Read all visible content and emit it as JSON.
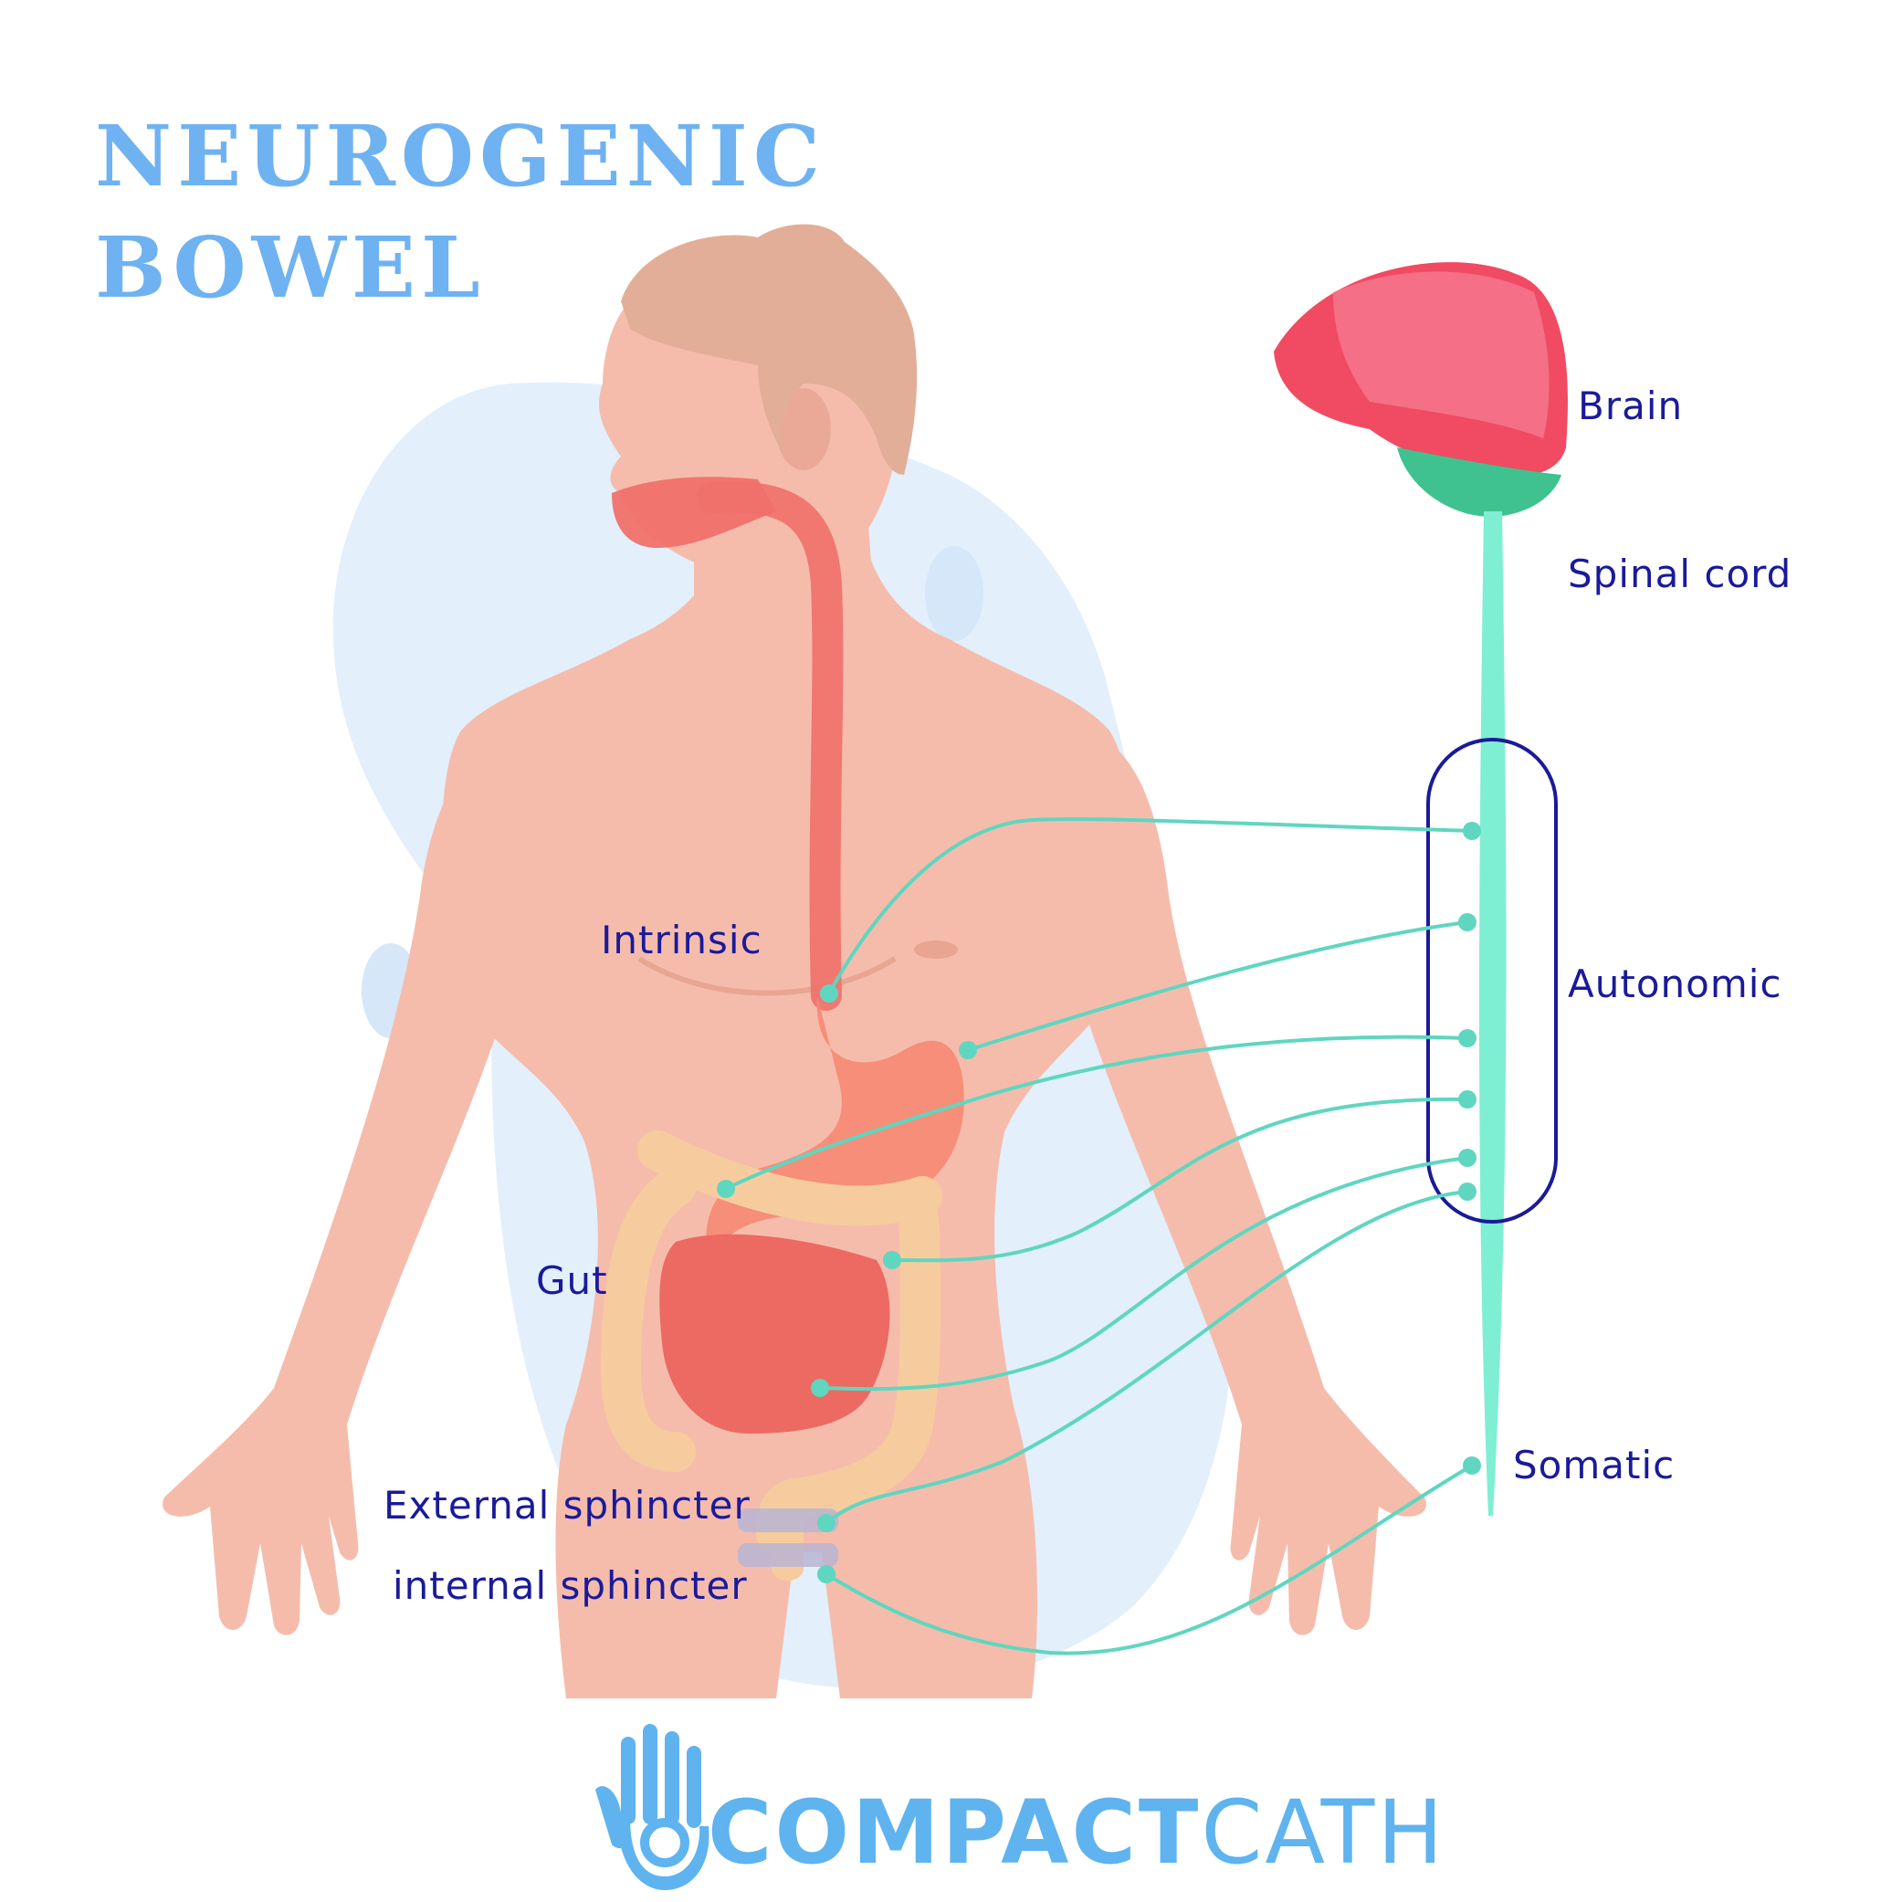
{
  "title": {
    "line1": "NEUROGENIC",
    "line2": "BOWEL"
  },
  "labels": {
    "brain": "Brain",
    "spinal_cord": "Spinal cord",
    "autonomic": "Autonomic",
    "intrinsic": "Intrinsic",
    "gut": "Gut",
    "external_sphincter": "External sphincter",
    "internal_sphincter": "internal sphincter",
    "somatic": "Somatic"
  },
  "brand": {
    "bold": "COMPACT",
    "light": "CATH"
  },
  "colors": {
    "title": "#6fb2f2",
    "label": "#1a1a9a",
    "nerve": "#5fd6c0",
    "spinal_cord": "#7eefd2",
    "skin": "#f5bcac",
    "hair": "#e2ae98",
    "digestive": "#f0706a",
    "colon": "#f6cc9e",
    "background_blob": "#e3effb",
    "brand": "#5fb3ef"
  }
}
